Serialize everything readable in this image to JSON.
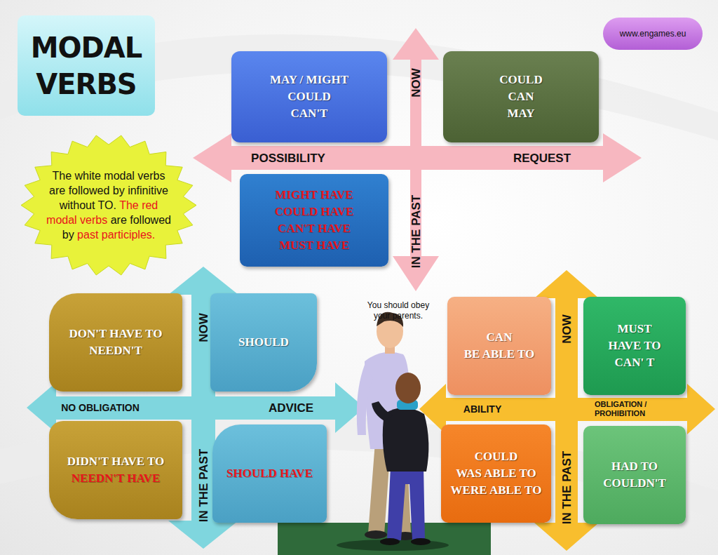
{
  "diagram": {
    "title": "MODAL VERBS",
    "nodes": [
      {
        "text": [
          "MODAL VERBS"
        ]
      },
      {
        "text": [
          "www.engames.eu"
        ]
      },
      {
        "text": [
          "The white modal verbs are followed by infinitive without TO.",
          "The red modal verbs",
          "are followed by",
          "past participles."
        ]
      },
      {
        "text": [
          "MAY / MIGHT",
          "COULD",
          "CAN'T"
        ]
      },
      {
        "text": [
          "COULD",
          "CAN",
          "MAY"
        ]
      },
      {
        "text": [
          "MIGHT HAVE",
          "COULD HAVE",
          "CAN'T HAVE",
          "MUST HAVE"
        ]
      },
      {
        "text": [
          "DON'T HAVE TO",
          "NEEDN'T"
        ]
      },
      {
        "text": [
          "SHOULD"
        ]
      },
      {
        "text": [
          "DIDN'T HAVE TO",
          "NEEDN'T HAVE"
        ]
      },
      {
        "text": [
          "SHOULD HAVE"
        ]
      },
      {
        "text": [
          "CAN",
          "BE ABLE TO"
        ]
      },
      {
        "text": [
          "MUST",
          "HAVE TO",
          "CAN' T"
        ]
      },
      {
        "text": [
          "COULD",
          "WAS ABLE TO",
          "WERE ABLE TO"
        ]
      },
      {
        "text": [
          "HAD TO",
          "COULDN'T"
        ]
      }
    ],
    "edges": [],
    "labels": [
      "POSSIBILITY",
      "REQUEST",
      "NOW",
      "IN THE PAST",
      "NO OBLIGATION",
      "ADVICE",
      "NOW",
      "IN THE PAST",
      "ABILITY",
      "OBLIGATION / PROHIBITION",
      "NOW",
      "IN THE PAST",
      "You should obey your parents."
    ]
  }
}
